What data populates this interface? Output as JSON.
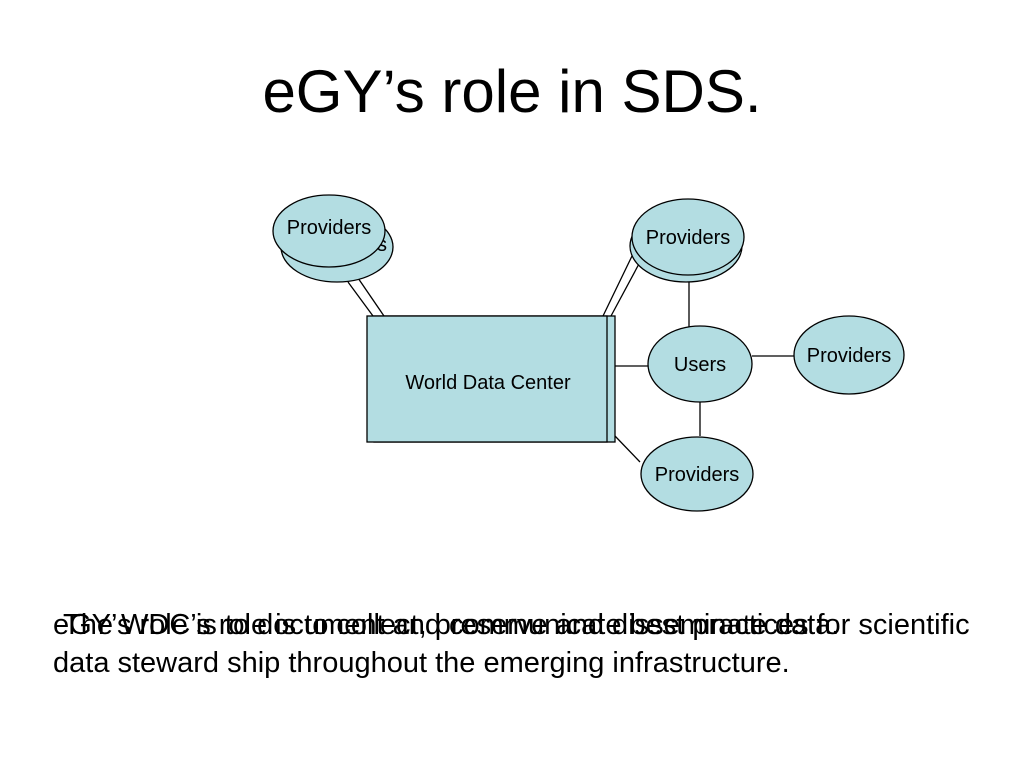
{
  "slide": {
    "title": "eGY’s role in SDS."
  },
  "diagram": {
    "center_label": "World Data Center",
    "hidden_fragment": "s",
    "nodes": {
      "providers_top_left": "Providers",
      "providers_top_right": "Providers",
      "users": "Users",
      "providers_right": "Providers",
      "providers_bottom": "Providers"
    },
    "colors": {
      "fill": "#b3dde2",
      "stroke": "#000000"
    }
  },
  "caption": {
    "text_a": "The WDC’s role is to collect, preserve and disseminate data.",
    "text_b": "eGY’s role is to document and communicate best practices for scientific data steward ship throughout the emerging infrastructure."
  }
}
